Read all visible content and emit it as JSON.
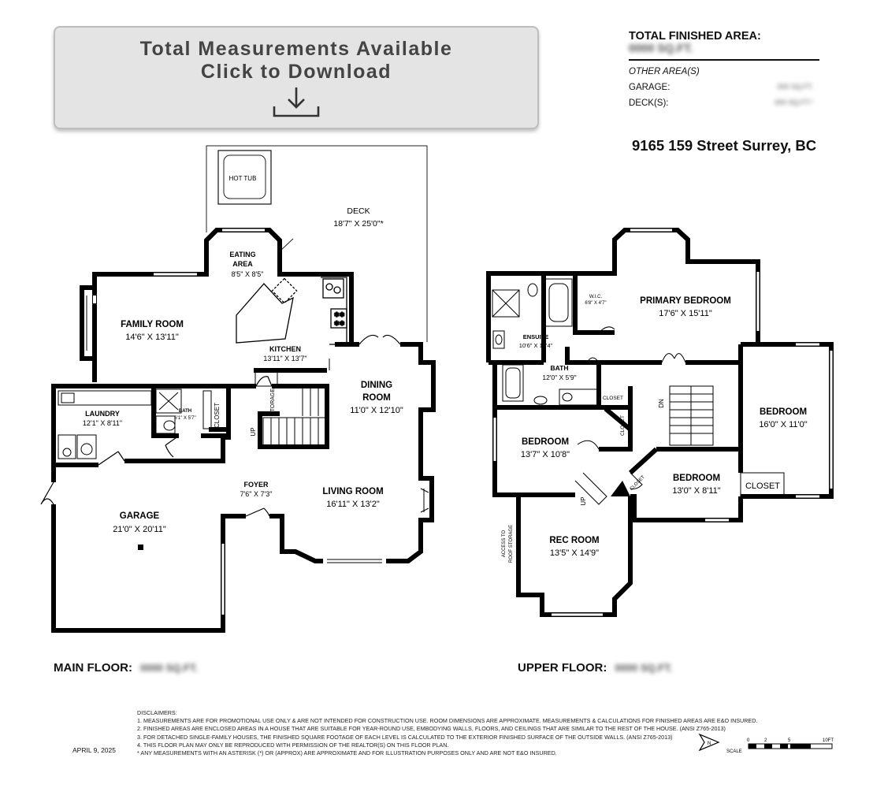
{
  "download_banner": {
    "line1": "Total Measurements Available",
    "line2": "Click to Download",
    "icon": "download-arrow-icon"
  },
  "total_area": {
    "title": "TOTAL FINISHED AREA:",
    "value": "0000 SQ.FT.",
    "other_label": "OTHER AREA(S)",
    "rows": [
      {
        "label": "GARAGE:",
        "value": "000 SQ.FT."
      },
      {
        "label": "DECK(S):",
        "value": "000 SQ.FT.*"
      }
    ]
  },
  "address": "9165 159 Street Surrey, BC",
  "main_floor": {
    "label": "MAIN FLOOR:",
    "area": "0000 SQ.FT.",
    "rooms": [
      {
        "name": "DECK",
        "dims": "18'7\" X 25'0\"*"
      },
      {
        "name": "HOT TUB",
        "dims": ""
      },
      {
        "name": "EATING",
        "name2": "AREA",
        "dims": "8'5\" X 8'5\""
      },
      {
        "name": "FAMILY ROOM",
        "dims": "14'6\" X 13'11\""
      },
      {
        "name": "KITCHEN",
        "dims": "13'11\" X 13'7\""
      },
      {
        "name": "DINING",
        "name2": "ROOM",
        "dims": "11'0\" X 12'10\""
      },
      {
        "name": "LAUNDRY",
        "dims": "12'1\" X 8'11\""
      },
      {
        "name": "BATH",
        "dims": "6'1\" X 5'7\""
      },
      {
        "name": "CLOSET",
        "dims": ""
      },
      {
        "name": "STORAGE",
        "dims": ""
      },
      {
        "name": "UP",
        "dims": ""
      },
      {
        "name": "FOYER",
        "dims": "7'6\" X 7'3\""
      },
      {
        "name": "LIVING ROOM",
        "dims": "16'11\" X 13'2\""
      },
      {
        "name": "GARAGE",
        "dims": "21'0\" X 20'11\""
      }
    ]
  },
  "upper_floor": {
    "label": "UPPER FLOOR:",
    "area": "0000 SQ.FT.",
    "rooms": [
      {
        "name": "W.I.C.",
        "dims": "6'8\" X 4'7\""
      },
      {
        "name": "PRIMARY BEDROOM",
        "dims": "17'6\" X 15'11\""
      },
      {
        "name": "ENSUITE",
        "dims": "10'6\" X 10'4\""
      },
      {
        "name": "BATH",
        "dims": "12'0\" X 5'9\""
      },
      {
        "name": "CLOSET",
        "dims": ""
      },
      {
        "name": "CLOSET",
        "dims": ""
      },
      {
        "name": "BEDROOM",
        "dims": "13'7\" X 10'8\""
      },
      {
        "name": "DN",
        "dims": ""
      },
      {
        "name": "BEDROOM",
        "dims": "16'0\" X 11'0\""
      },
      {
        "name": "CLOSET",
        "dims": ""
      },
      {
        "name": "BEDROOM",
        "dims": "13'0\" X 8'11\""
      },
      {
        "name": "CLOSET",
        "dims": ""
      },
      {
        "name": "UP",
        "dims": ""
      },
      {
        "name": "REC ROOM",
        "dims": "13'5\" X 14'9\""
      },
      {
        "name": "ACCESS TO",
        "name2": "ROOF STORAGE",
        "dims": ""
      }
    ]
  },
  "disclaimers": {
    "title": "DISCLAIMERS:",
    "lines": [
      "1. MEASUREMENTS ARE FOR PROMOTIONAL USE ONLY & ARE NOT INTENDED FOR CONSTRUCTION USE. ROOM DIMENSIONS ARE APPROXIMATE. MEASUREMENTS & CALCULATIONS FOR FINISHED AREAS ARE E&O INSURED.",
      "2. FINISHED AREAS ARE ENCLOSED AREAS IN A HOUSE THAT ARE SUITABLE FOR YEAR-ROUND USE, EMBODYING WALLS, FLOORS, AND CEILINGS THAT ARE SIMILAR TO THE REST OF THE HOUSE. (ANSI Z765-2013)",
      "3. FOR DETACHED SINGLE-FAMILY HOUSES, THE FINISHED SQUARE FOOTAGE OF EACH LEVEL IS CALCULATED TO THE EXTERIOR FINISHED SURFACE OF THE OUTSIDE WALLS. (ANSI Z765-2013)",
      "4. THIS FLOOR PLAN MAY ONLY BE REPRODUCED WITH PERMISSION OF THE REALTOR(S) ON THIS FLOOR PLAN.",
      "* ANY MEASUREMENTS WITH AN ASTERISK (*) OR (APPROX) ARE APPROXIMATE AND FOR ILLUSTRATION PURPOSES ONLY AND ARE NOT E&O INSURED."
    ]
  },
  "date": "APRIL 9, 2025",
  "scale": {
    "label": "SCALE",
    "ticks": [
      "0",
      "2",
      "5",
      "10FT"
    ],
    "north": "N"
  }
}
